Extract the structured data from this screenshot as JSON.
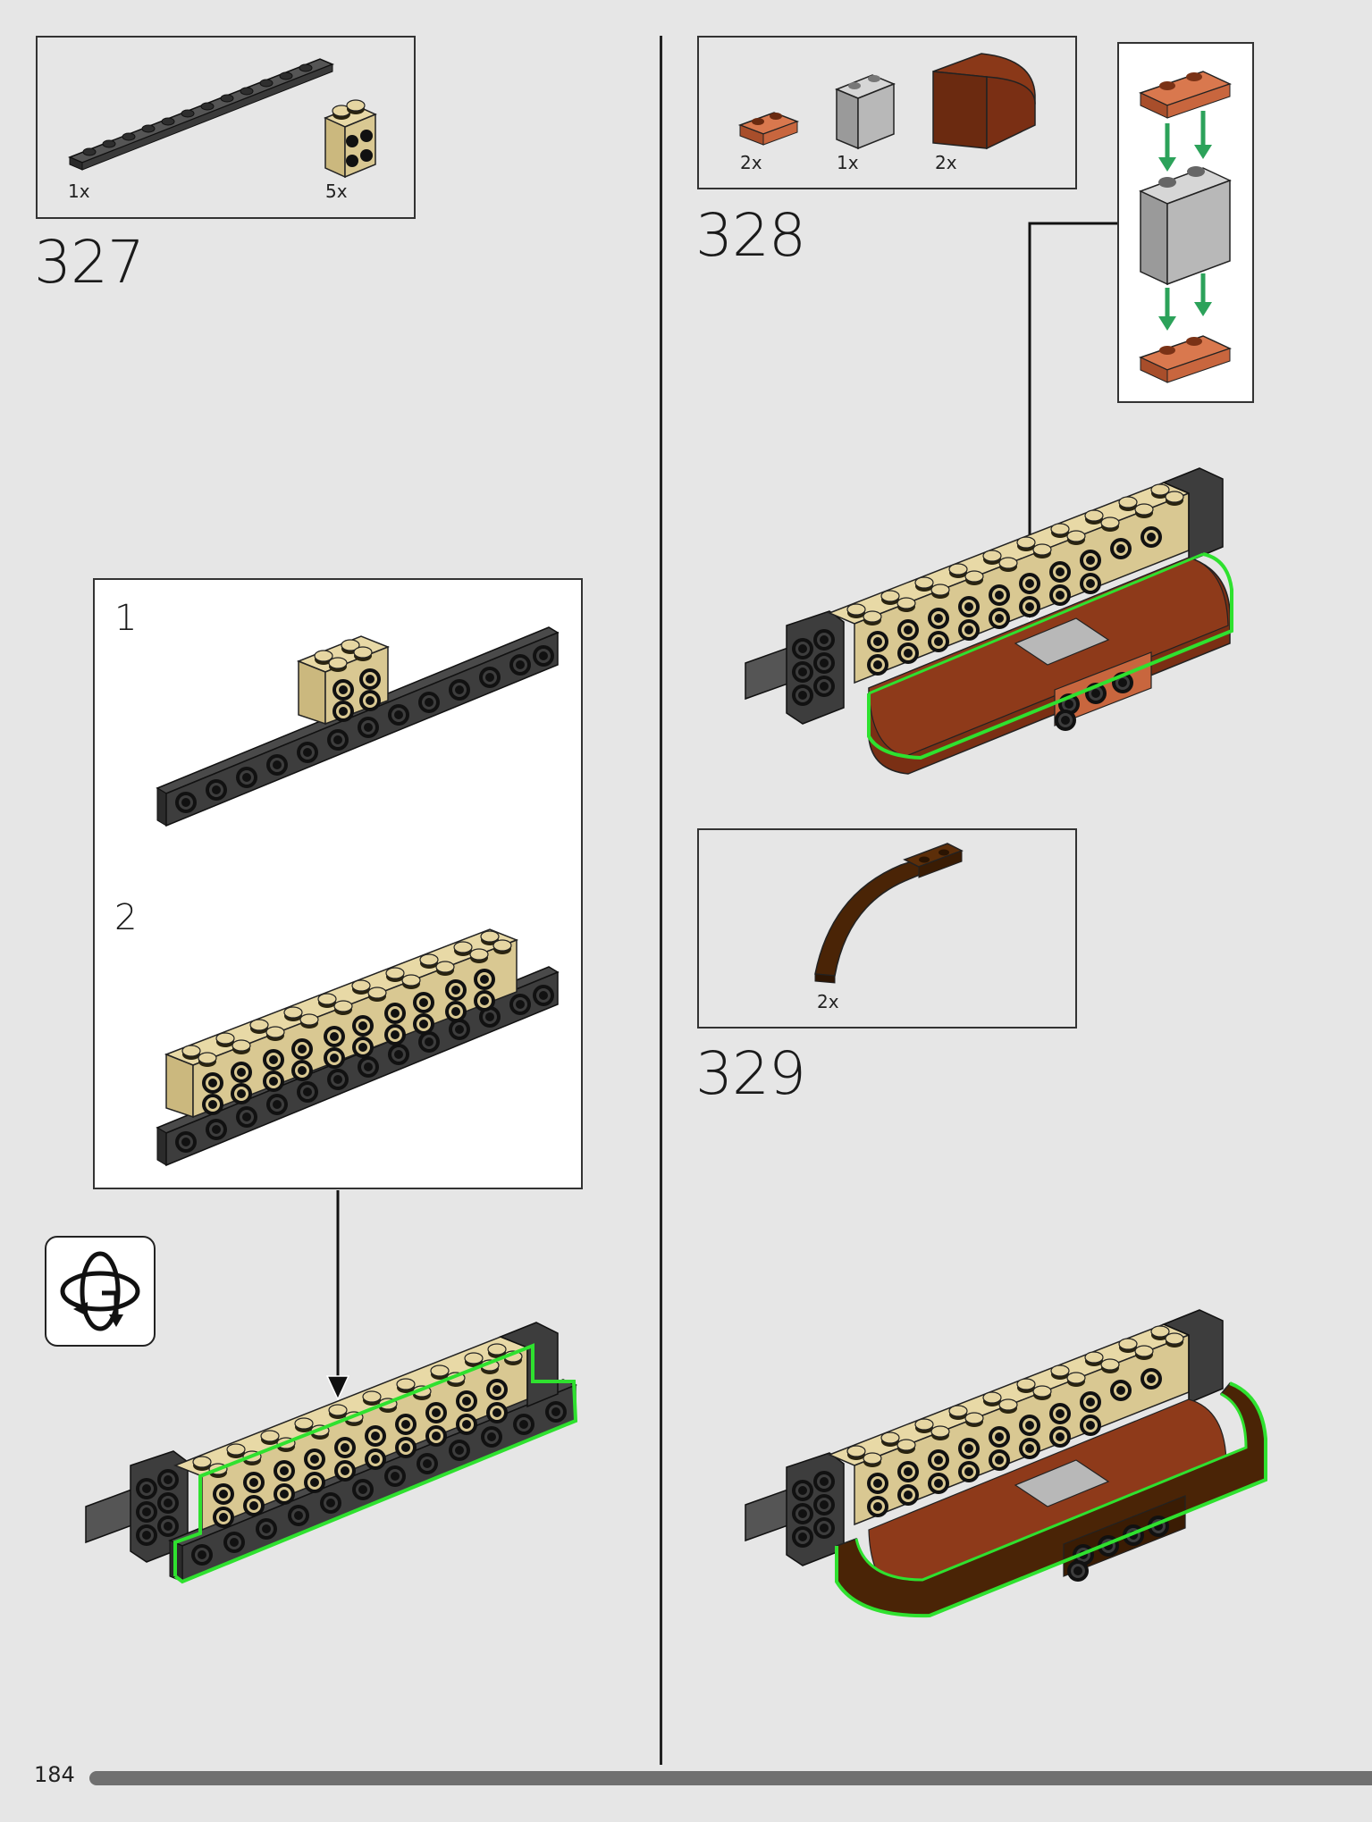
{
  "page": {
    "number": "184"
  },
  "steps": [
    {
      "number": "327",
      "parts": [
        {
          "qty": "1x",
          "name": "plate-1x14-dark-gray"
        },
        {
          "qty": "5x",
          "name": "brick-2x2-studs-side-tan"
        }
      ],
      "substeps": [
        "1",
        "2"
      ]
    },
    {
      "number": "328",
      "parts": [
        {
          "qty": "2x",
          "name": "plate-1x2-reddish-orange"
        },
        {
          "qty": "1x",
          "name": "brick-1x2x2-light-gray"
        },
        {
          "qty": "2x",
          "name": "curved-slope-brown"
        }
      ]
    },
    {
      "number": "329",
      "parts": [
        {
          "qty": "2x",
          "name": "arch-curved-dark-brown"
        }
      ]
    }
  ],
  "icons": {
    "rotate": "rotate-model-icon"
  },
  "colors": {
    "tan": "#d9c892",
    "dark_gray": "#3d3d3d",
    "highlight": "#2fe12f",
    "brown": "#7a2f14",
    "dark_brown": "#4a2406",
    "orange_plate": "#c8663e",
    "light_gray": "#b4b4b4",
    "arrow_green": "#2ca25a"
  }
}
